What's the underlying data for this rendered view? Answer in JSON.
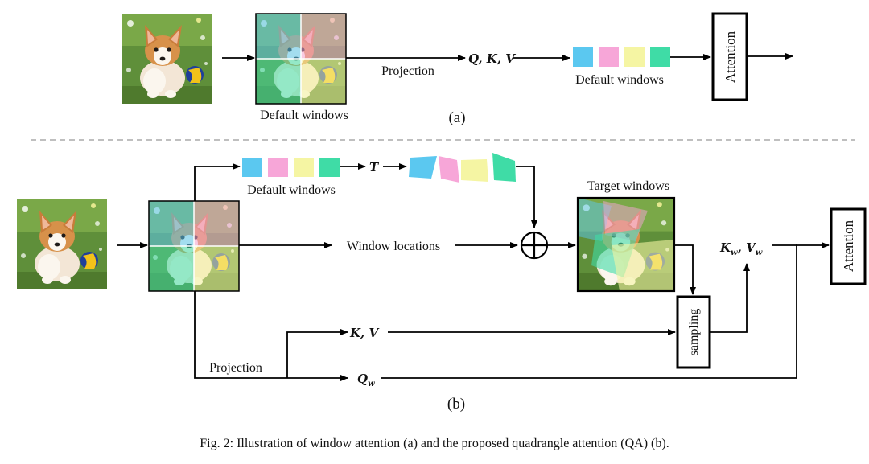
{
  "panel_a": {
    "grid_label": "Default windows",
    "projection_label": "Projection",
    "qkv_label": "Q, K, V",
    "windows_label": "Default windows",
    "attention_label": "Attention",
    "caption": "(a)"
  },
  "panel_b": {
    "default_windows_label": "Default windows",
    "t_label": "T",
    "window_locations_label": "Window locations",
    "target_windows_label": "Target windows",
    "kw_vw_label": "K_w, V_w",
    "kw_vw_base": [
      "K",
      "V"
    ],
    "kw_vw_sub": "w",
    "attention_label": "Attention",
    "sampling_label": "sampling",
    "kv_label": "K, V",
    "projection_label": "Projection",
    "qw_base": "Q",
    "qw_sub": "w",
    "caption": "(b)"
  },
  "figure_caption": "Fig. 2: Illustration of window attention (a) and the proposed quadrangle attention (QA) (b).",
  "colors": {
    "window_blue": "#5bc8f0",
    "window_pink": "#f7a6d8",
    "window_yellow": "#f5f5a3",
    "window_green": "#3fdca6",
    "photo_grass": "#5f8f3a",
    "dashed_line": "#aaaaaa"
  },
  "icons": [
    "dog-photo",
    "plus-circle-icon",
    "arrow-icon"
  ]
}
